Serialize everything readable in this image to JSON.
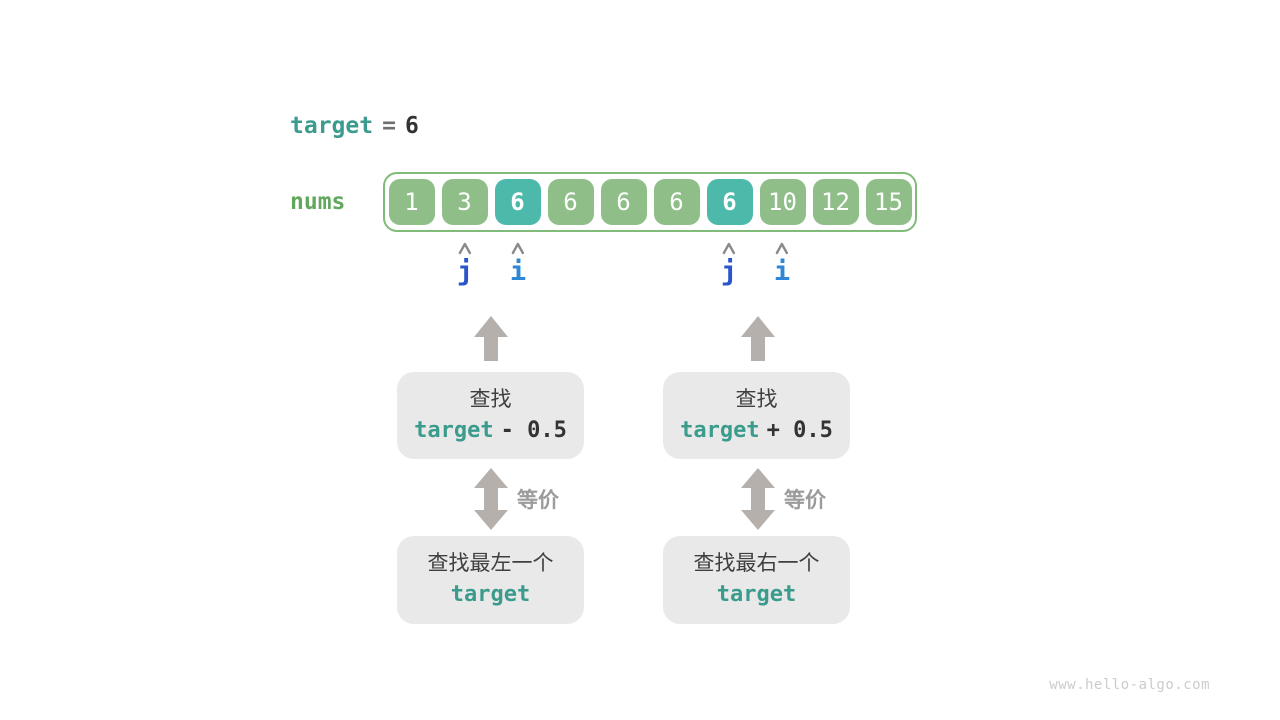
{
  "colors": {
    "teal_text": "#3b9c8d",
    "dark_text": "#333333",
    "cell_green": "#8fbe89",
    "cell_highlight_teal": "#4db9ab",
    "array_border_green": "#80bb79",
    "nums_label_green": "#61a75e",
    "pointer_j_blue": "#2a55cb",
    "pointer_i_blue": "#2d87d6",
    "arrow_gray": "#b5b0ac",
    "caret_gray": "#8a8a8a",
    "box_gray": "#e9e9e9",
    "box_text_gray": "#3f3f3f",
    "equiv_label_gray": "#9b9b9b"
  },
  "header": {
    "var_name": "target",
    "equals_sign": "=",
    "value": "6"
  },
  "array": {
    "label": "nums",
    "cells": [
      {
        "value": "1",
        "highlight": false
      },
      {
        "value": "3",
        "highlight": false
      },
      {
        "value": "6",
        "highlight": true
      },
      {
        "value": "6",
        "highlight": false
      },
      {
        "value": "6",
        "highlight": false
      },
      {
        "value": "6",
        "highlight": false
      },
      {
        "value": "6",
        "highlight": true
      },
      {
        "value": "10",
        "highlight": false
      },
      {
        "value": "12",
        "highlight": false
      },
      {
        "value": "15",
        "highlight": false
      }
    ]
  },
  "pointers": [
    {
      "label": "j"
    },
    {
      "label": "i"
    },
    {
      "label": "j"
    },
    {
      "label": "i"
    }
  ],
  "boxes": {
    "left_top": {
      "line1": "查找",
      "code_var": "target",
      "code_op": "- 0.5"
    },
    "right_top": {
      "line1": "查找",
      "code_var": "target",
      "code_op": "+ 0.5"
    },
    "left_bottom": {
      "line1": "查找最左一个",
      "code_var": "target"
    },
    "right_bottom": {
      "line1": "查找最右一个",
      "code_var": "target"
    }
  },
  "equivalence_label": "等价",
  "watermark": "www.hello-algo.com"
}
